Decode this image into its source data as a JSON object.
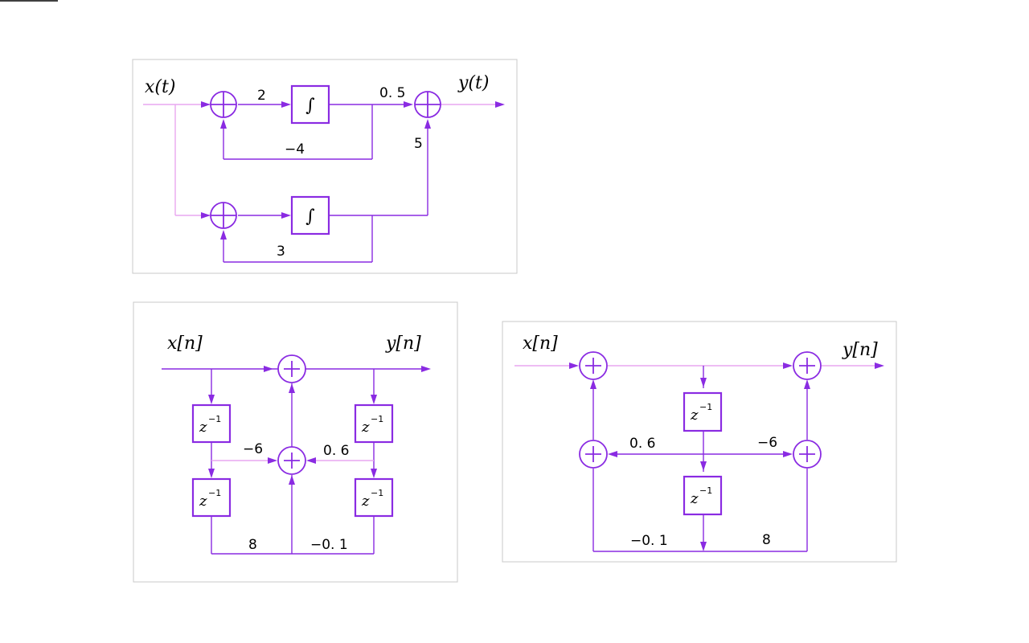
{
  "colors": {
    "wire": "#8a2be2",
    "faint_wire": "#e9a7f0",
    "frame": "#c8c8c8"
  },
  "diagram_continuous": {
    "input_label": "x(t)",
    "output_label": "y(t)",
    "integrator_symbol": "∫",
    "gain_forward": "2",
    "gain_feedback_top": "−4",
    "gain_output_top": "0. 5",
    "gain_output_bottom": "5",
    "gain_feedback_bottom": "3"
  },
  "diagram_direct_form": {
    "input_label": "x[n]",
    "output_label": "y[n]",
    "delay_base": "z",
    "delay_exp": "−1",
    "gain_left_mid": "−6",
    "gain_right_mid": "0. 6",
    "gain_left_bottom": "8",
    "gain_right_bottom": "−0. 1"
  },
  "diagram_canonic_form": {
    "input_label": "x[n]",
    "output_label": "y[n]",
    "delay_base": "z",
    "delay_exp": "−1",
    "gain_left_mid": "0. 6",
    "gain_right_mid": "−6",
    "gain_left_bottom": "−0. 1",
    "gain_right_bottom": "8"
  }
}
